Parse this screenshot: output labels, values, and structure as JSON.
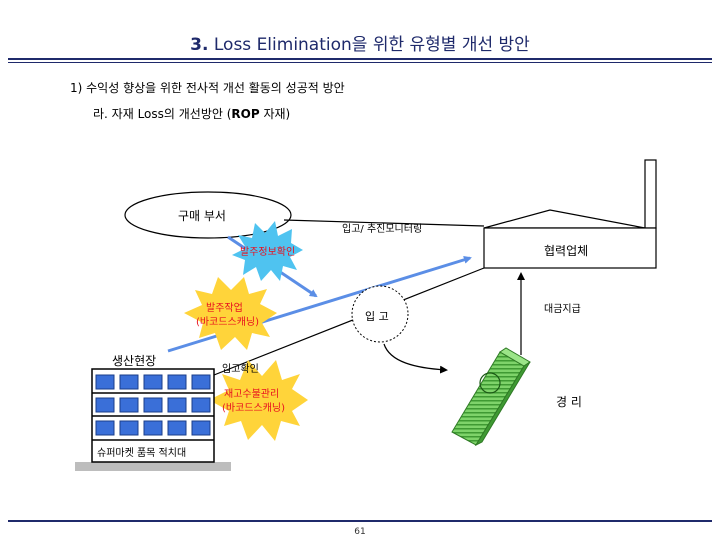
{
  "header": {
    "title_number": "3.",
    "title_text": "Loss Elimination을 위한 유형별 개선 방안"
  },
  "section": {
    "heading": "1) 수익성 향상을 위한 전사적 개선 활동의 성공적 방안",
    "subheading_prefix": "라. 자재 Loss의 개선방안 (",
    "subheading_bold": "ROP",
    "subheading_suffix": " 자재)"
  },
  "diagram": {
    "purchasing_dept": "구매 부서",
    "supplier": "협력업체",
    "production_site": "생산현장",
    "supermarket": "슈퍼마켓 품목 적치대",
    "order_info_check": "발주정보확인",
    "ordering_line1": "발주작업",
    "ordering_line2": "(바코드스캐닝)",
    "receipt_monitoring": "입고/ 추진모니터링",
    "receipt": "입 고",
    "receipt_check": "입고확인",
    "inventory_line1": "재고수불관리",
    "inventory_line2": "(바코드스캐닝)",
    "payment": "대금지급",
    "accounting": "경 리"
  },
  "colors": {
    "title_navy": "#1f2a6b",
    "arrow_blue": "#5b8ee6",
    "starburst_cyan": "#4fc3f0",
    "starburst_yellow": "#ffd43a",
    "alert_red": "#e8101f",
    "window_blue": "#3a6fd8",
    "money_green": "#5fbf4a"
  },
  "footer": {
    "page_number": "61"
  }
}
